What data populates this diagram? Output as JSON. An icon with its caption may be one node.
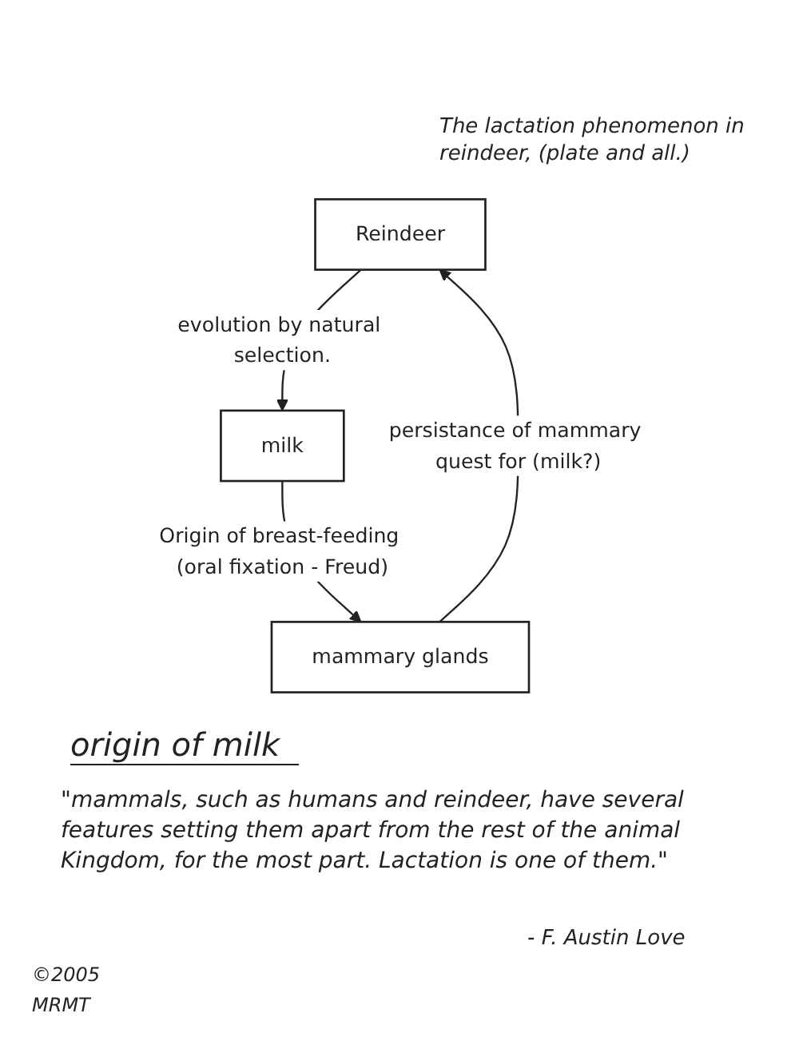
{
  "diagram": {
    "title": "origin of milk",
    "nodes": [
      {
        "text": [
          "Reindeer"
        ]
      },
      {
        "text": [
          "milk"
        ]
      },
      {
        "text": [
          "mammary glands"
        ]
      }
    ],
    "edges": [
      {
        "from": 0,
        "to": 1,
        "arrow": "to",
        "label": "evolution by natural selection."
      },
      {
        "from": 1,
        "to": 2,
        "arrow": "to",
        "label": "Origin of breast-feeding (oral fixation - Freud)"
      },
      {
        "from": 2,
        "to": 0,
        "arrow": "to",
        "label": "persistance of mammary quest for (milk?)"
      }
    ],
    "labels": [
      "The lactation phenomenon in reindeer, (plate and all.)",
      "\"mammals, such as humans and reindeer, have several features setting them apart from the rest of the animal Kingdom, for the most part. Lactation is one of them.\"",
      "- F. Austin Love",
      "©2005",
      "MRMT"
    ]
  }
}
